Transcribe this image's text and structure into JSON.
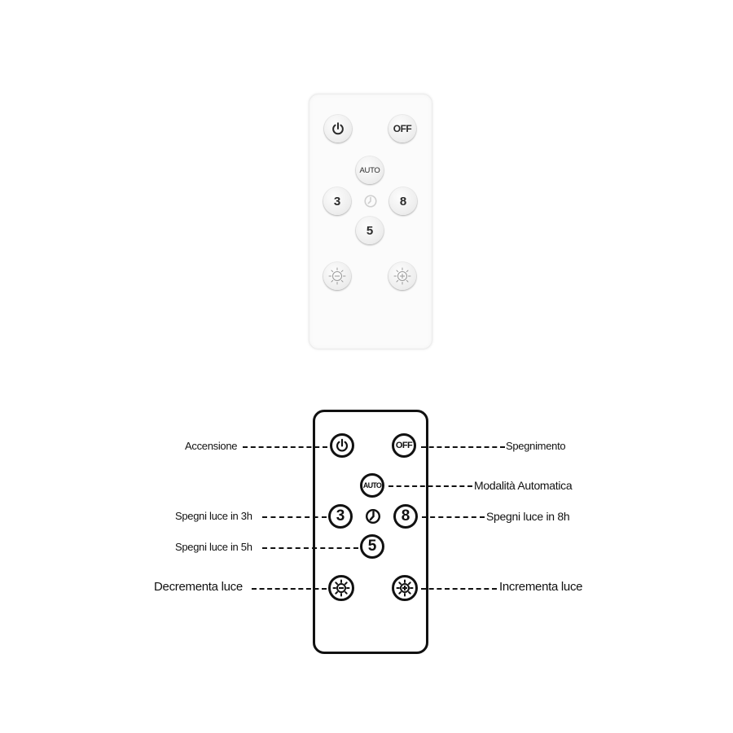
{
  "photo_remote": {
    "off_label": "OFF",
    "auto_label": "AUTO",
    "timer_3": "3",
    "timer_8": "8",
    "timer_5": "5"
  },
  "diagram_remote": {
    "off_label": "OFF",
    "auto_label": "AUTO",
    "timer_3": "3",
    "timer_8": "8",
    "timer_5": "5"
  },
  "labels": {
    "power_on": "Accensione",
    "power_off": "Spegnimento",
    "auto_mode": "Modalità Automatica",
    "off_3h": "Spegni luce in 3h",
    "off_8h": "Spegni luce in 8h",
    "off_5h": "Spegni luce in 5h",
    "dim_down": "Decrementa luce",
    "dim_up": "Incrementa luce"
  },
  "icons": {
    "power": "power-icon",
    "clock": "clock-icon",
    "brightness_minus": "brightness-minus-icon",
    "brightness_plus": "brightness-plus-icon"
  },
  "colors": {
    "ink": "#111111",
    "remote_body": "#fbfbfb",
    "button_face": "#eeeeee"
  }
}
